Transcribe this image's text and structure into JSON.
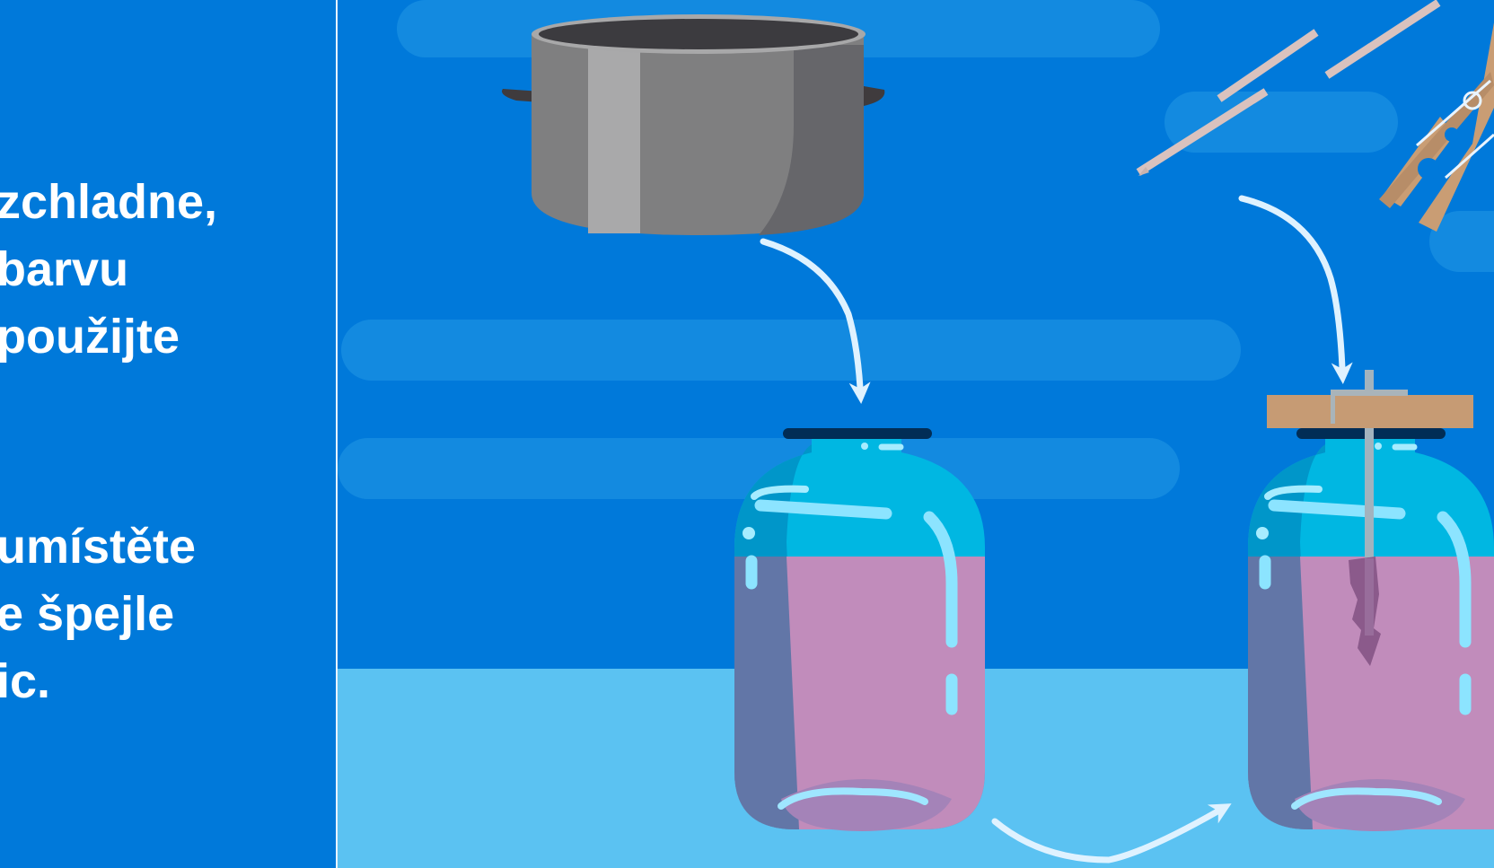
{
  "instructions": {
    "paragraph_1": [
      "zchladne,",
      "barvu",
      "použijte"
    ],
    "paragraph_2": [
      "umístěte",
      "e špejle",
      "ic."
    ]
  },
  "colors": {
    "panel_blue": "#0079da",
    "table_light_blue": "#5bc2f2",
    "jar_glass": "#00b7e2",
    "dye_liquid": "#c18cbb",
    "arrow": "#dff2ff"
  },
  "scene_icons": [
    "cooking-pot-icon",
    "wooden-skewers-icon",
    "clothespin-icon",
    "glass-jar-icon",
    "flow-arrow-icon"
  ]
}
